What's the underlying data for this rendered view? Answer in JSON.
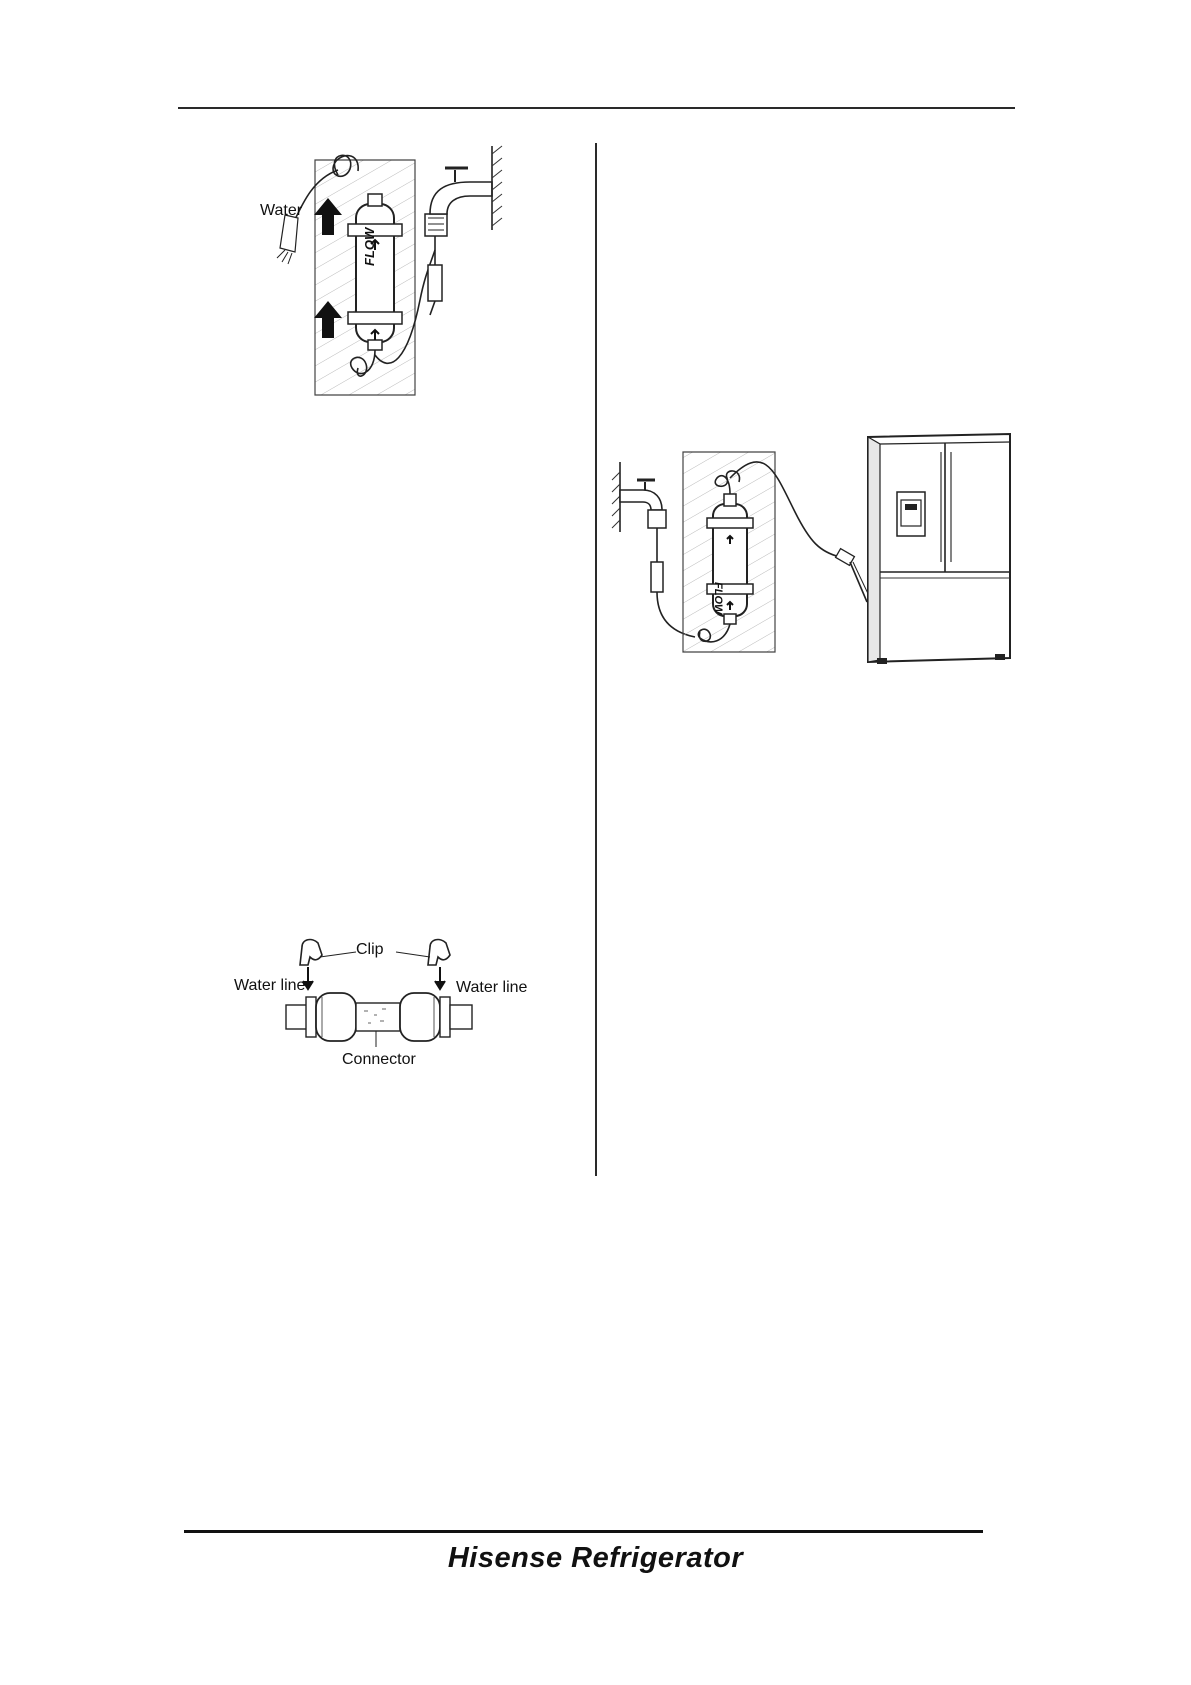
{
  "figure1": {
    "water_label": "Water",
    "flow_label": "FLOW"
  },
  "figure2": {
    "flow_label": "FLOW"
  },
  "figure3": {
    "clip_label": "Clip",
    "water_line_left": "Water line",
    "water_line_right": "Water line",
    "connector_label": "Connector"
  },
  "footer": {
    "brand": "Hisense Refrigerator"
  },
  "colors": {
    "ink": "#111111",
    "rule": "#2a2a2a",
    "background": "#ffffff"
  }
}
